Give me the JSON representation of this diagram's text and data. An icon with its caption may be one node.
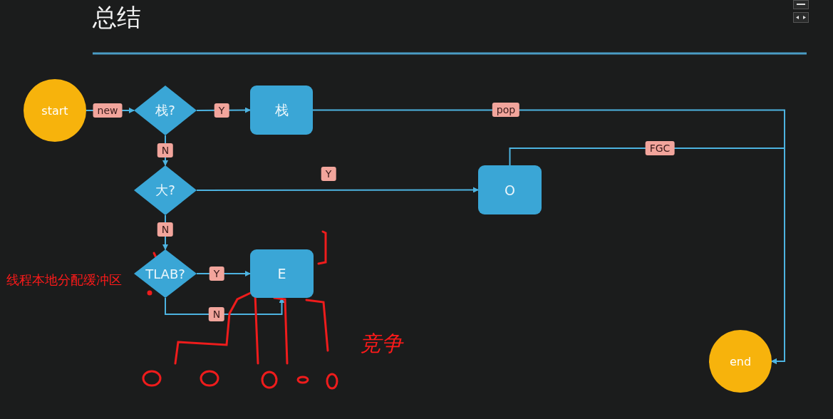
{
  "diagram": {
    "title": "总结",
    "nodes": [
      {
        "text": [
          "start"
        ]
      },
      {
        "text": [
          "栈?"
        ]
      },
      {
        "text": [
          "栈"
        ]
      },
      {
        "text": [
          "大?"
        ]
      },
      {
        "text": [
          "O"
        ]
      },
      {
        "text": [
          "TLAB?"
        ]
      },
      {
        "text": [
          "E"
        ]
      },
      {
        "text": [
          "end"
        ]
      }
    ],
    "edges": [
      {
        "from": 0,
        "to": 1,
        "arrow": "to",
        "label": "new"
      },
      {
        "from": 1,
        "to": 2,
        "arrow": "to",
        "label": "Y"
      },
      {
        "from": 1,
        "to": 3,
        "arrow": "to",
        "label": "N"
      },
      {
        "from": 2,
        "to": 7,
        "arrow": "to",
        "label": "pop"
      },
      {
        "from": 3,
        "to": 4,
        "arrow": "to",
        "label": "Y"
      },
      {
        "from": 4,
        "to": 7,
        "arrow": "to",
        "label": "FGC"
      },
      {
        "from": 3,
        "to": 5,
        "arrow": "to",
        "label": "N"
      },
      {
        "from": 5,
        "to": 6,
        "arrow": "to",
        "label": "Y"
      },
      {
        "from": 5,
        "to": 6,
        "arrow": "to",
        "label": "N"
      }
    ],
    "labels": [
      "线程本地分配缓冲区",
      "竞争"
    ]
  }
}
